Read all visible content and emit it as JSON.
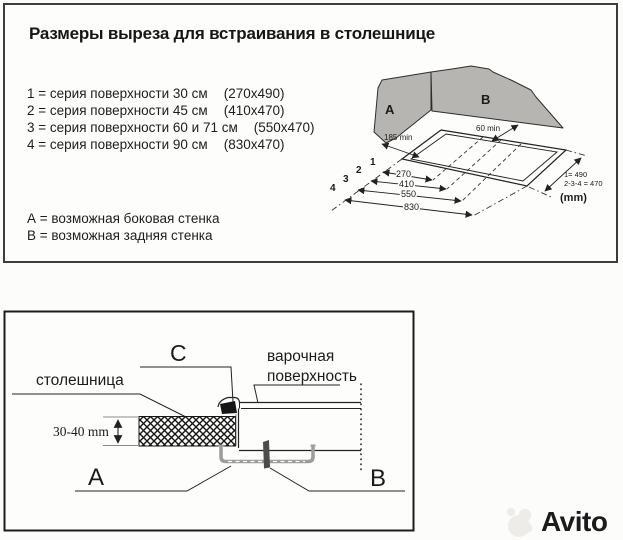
{
  "top_panel": {
    "title": "Размеры выреза для встраивания в столешнице",
    "series": [
      {
        "label": "1 = серия поверхности 30 см",
        "cutout": "(270x490)"
      },
      {
        "label": "2 = серия поверхности 45 см",
        "cutout": "(410x470)"
      },
      {
        "label": "3 = серия поверхности 60 и 71 см",
        "cutout": "(550x470)"
      },
      {
        "label": "4 = серия поверхности 90 см",
        "cutout": "(830x470)"
      }
    ],
    "legend": [
      {
        "text": "А = возможная боковая стенка"
      },
      {
        "text": "В = возможная задняя стенка"
      }
    ],
    "iso": {
      "wall_a": "A",
      "wall_b": "B",
      "side_clearance": "185 min",
      "back_clearance": "60 min",
      "index_1": "1",
      "index_2": "2",
      "index_3": "3",
      "index_4": "4",
      "width_1": "270",
      "width_2": "410",
      "width_3": "550",
      "width_4": "830",
      "depth_series1": "1= 490",
      "depth_series234": "2-3-4 = 470",
      "units": "(mm)"
    }
  },
  "section_panel": {
    "label_c": "C",
    "hob_line1": "варочная",
    "hob_line2": "поверхность",
    "countertop": "столешница",
    "thickness": "30-40 mm",
    "label_a": "A",
    "label_b": "B"
  },
  "watermark": {
    "brand": "Avito"
  },
  "colors": {
    "wall_fill": "#b6b5b1",
    "line": "#222222",
    "bracket_gray": "#9c9c9a",
    "watermark_gray": "#edece9"
  }
}
